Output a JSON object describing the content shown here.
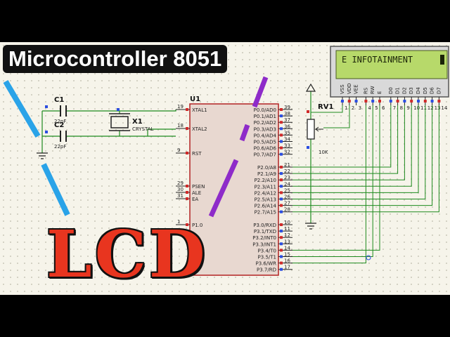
{
  "title": "Microcontroller 8051",
  "overlay_word": "LCD",
  "lcd_display_text": "E INFOTAINMENT",
  "colors": {
    "title_bg": "#111111",
    "title_fg": "#ffffff",
    "overlay_red": "#e8351f",
    "lcd_screen": "#b7d96a",
    "wire": "#1e8a1e",
    "chip_body": "#e8d8d0",
    "chip_border": "#b22222",
    "blue_stroke": "#2aa3e8",
    "purple_stroke": "#8e2bc9"
  },
  "components": {
    "u1": {
      "ref": "U1"
    },
    "c1": {
      "ref": "C1",
      "value": "22pF"
    },
    "c2": {
      "ref": "C2",
      "value": "22pF"
    },
    "x1": {
      "ref": "X1",
      "value": "CRYSTAL"
    },
    "rv1": {
      "ref": "RV1",
      "value": "10K"
    }
  },
  "u1_left_pins": [
    {
      "num": "19",
      "name": "XTAL1"
    },
    {
      "num": "18",
      "name": "XTAL2"
    },
    {
      "num": "9",
      "name": "RST"
    },
    {
      "num": "29",
      "name": "PSEN"
    },
    {
      "num": "30",
      "name": "ALE"
    },
    {
      "num": "31",
      "name": "EA"
    },
    {
      "num": "1",
      "name": "P1.0"
    }
  ],
  "u1_right_pins": [
    {
      "num": "39",
      "name": "P0.0/AD0"
    },
    {
      "num": "38",
      "name": "P0.1/AD1"
    },
    {
      "num": "37",
      "name": "P0.2/AD2"
    },
    {
      "num": "36",
      "name": "P0.3/AD3"
    },
    {
      "num": "35",
      "name": "P0.4/AD4"
    },
    {
      "num": "34",
      "name": "P0.5/AD5"
    },
    {
      "num": "33",
      "name": "P0.6/AD6"
    },
    {
      "num": "32",
      "name": "P0.7/AD7"
    },
    {
      "num": "21",
      "name": "P2.0/A8"
    },
    {
      "num": "22",
      "name": "P2.1/A9"
    },
    {
      "num": "23",
      "name": "P2.2/A10"
    },
    {
      "num": "24",
      "name": "P2.3/A11"
    },
    {
      "num": "25",
      "name": "P2.4/A12"
    },
    {
      "num": "26",
      "name": "P2.5/A13"
    },
    {
      "num": "27",
      "name": "P2.6/A14"
    },
    {
      "num": "28",
      "name": "P2.7/A15"
    },
    {
      "num": "10",
      "name": "P3.0/RXD"
    },
    {
      "num": "11",
      "name": "P3.1/TXD"
    },
    {
      "num": "12",
      "name": "P3.2/INT0"
    },
    {
      "num": "13",
      "name": "P3.3/INT1"
    },
    {
      "num": "14",
      "name": "P3.4/T0"
    },
    {
      "num": "15",
      "name": "P3.5/T1"
    },
    {
      "num": "16",
      "name": "P3.6/WR"
    },
    {
      "num": "17",
      "name": "P3.7/RD"
    }
  ],
  "lcd_pins": [
    {
      "name": "VSS",
      "num": "1"
    },
    {
      "name": "VDD",
      "num": "2"
    },
    {
      "name": "VEE",
      "num": "3"
    },
    {
      "name": "RS",
      "num": "4"
    },
    {
      "name": "RW",
      "num": "5"
    },
    {
      "name": "E",
      "num": "6"
    },
    {
      "name": "D0",
      "num": "7"
    },
    {
      "name": "D1",
      "num": "8"
    },
    {
      "name": "D2",
      "num": "9"
    },
    {
      "name": "D3",
      "num": "10"
    },
    {
      "name": "D4",
      "num": "11"
    },
    {
      "name": "D5",
      "num": "12"
    },
    {
      "name": "D6",
      "num": "13"
    },
    {
      "name": "D7",
      "num": "14"
    }
  ]
}
